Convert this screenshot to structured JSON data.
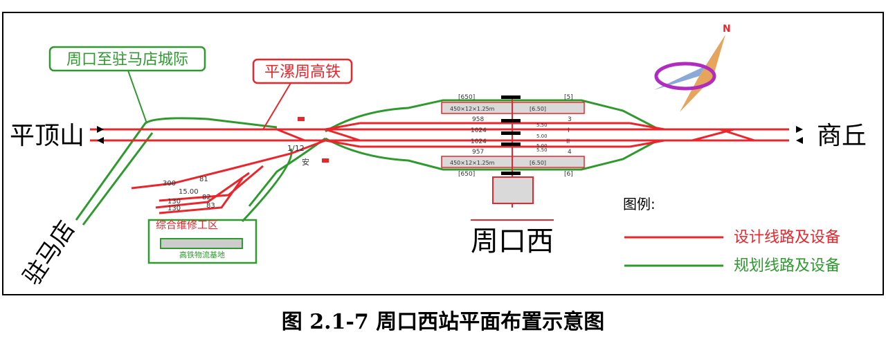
{
  "stations": {
    "west": "平顶山",
    "east": "商丘",
    "southwest": "驻马店",
    "main": "周口西"
  },
  "callouts": {
    "intercity": "周口至驻马店城际",
    "hsr": "平漯周高铁"
  },
  "depot": {
    "maint_area": "综合维修工区",
    "logistics": "高铁物流基地"
  },
  "platforms": {
    "top_text": "450×12×1.25m",
    "bottom_text": "450×12×1.25m",
    "top_right": "[6.50]",
    "bottom_right": "[6.50]",
    "top_bracket": "[650]",
    "bottom_bracket": "[650]",
    "top_track_no": "[5]",
    "bottom_track_no": "[6]"
  },
  "tracks": {
    "lengths": [
      "958",
      "1024",
      "1024",
      "957"
    ],
    "spacings": [
      "5.50",
      "5.00",
      "5.00",
      "5.50"
    ],
    "numbers": [
      "3",
      "I",
      "II",
      "4"
    ],
    "junction_ratio": "1/12",
    "safety_mark": "安"
  },
  "depot_labels": {
    "track_300": "300",
    "track_a": "81",
    "dim": "15.00",
    "s1": "130",
    "s2": "130",
    "s3": "82",
    "s4": "83"
  },
  "legend": {
    "title": "图例:",
    "items": [
      {
        "label": "设计线路及设备",
        "color": "#e8262c"
      },
      {
        "label": "规划线路及设备",
        "color": "#2e9a2e"
      }
    ]
  },
  "compass_label": "N",
  "caption": "图 2.1-7  周口西站平面布置示意图",
  "colors": {
    "designed": "#e8262c",
    "planned": "#2e9a2e",
    "platform": "#d9d9d9"
  }
}
